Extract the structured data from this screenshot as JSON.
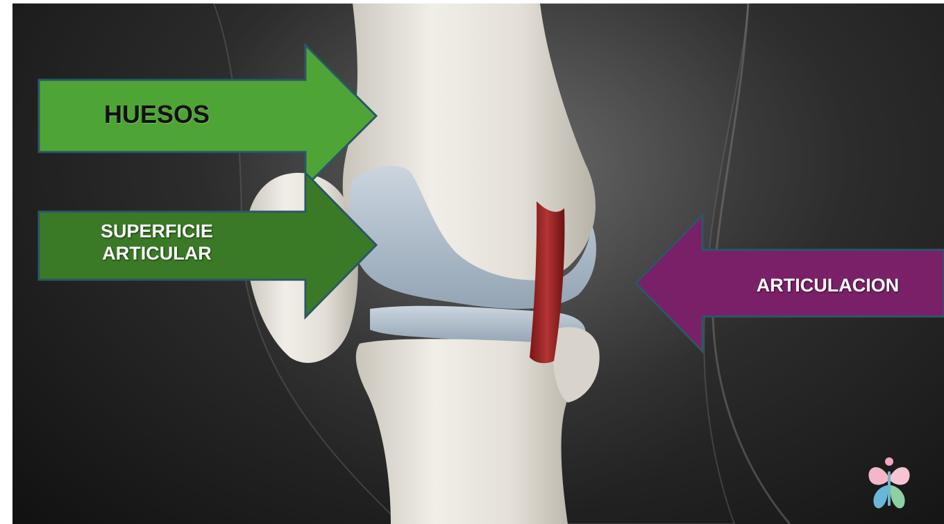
{
  "slide": {
    "labels": {
      "bones": "HUESOS",
      "articular_surface": "SUPERFICIE ARTICULAR",
      "joint": "ARTICULACION"
    },
    "colors": {
      "bones_arrow": "#4ea535",
      "surface_arrow": "#3a7a26",
      "joint_arrow": "#7a2068",
      "arrow_border": "#2b5766",
      "background": "#2c2c2c",
      "bone": "#e6e3dc",
      "cartilage": "#b6c3d0",
      "ligament": "#9e2b2b"
    },
    "icons": [
      "butterfly-logo-icon"
    ]
  }
}
